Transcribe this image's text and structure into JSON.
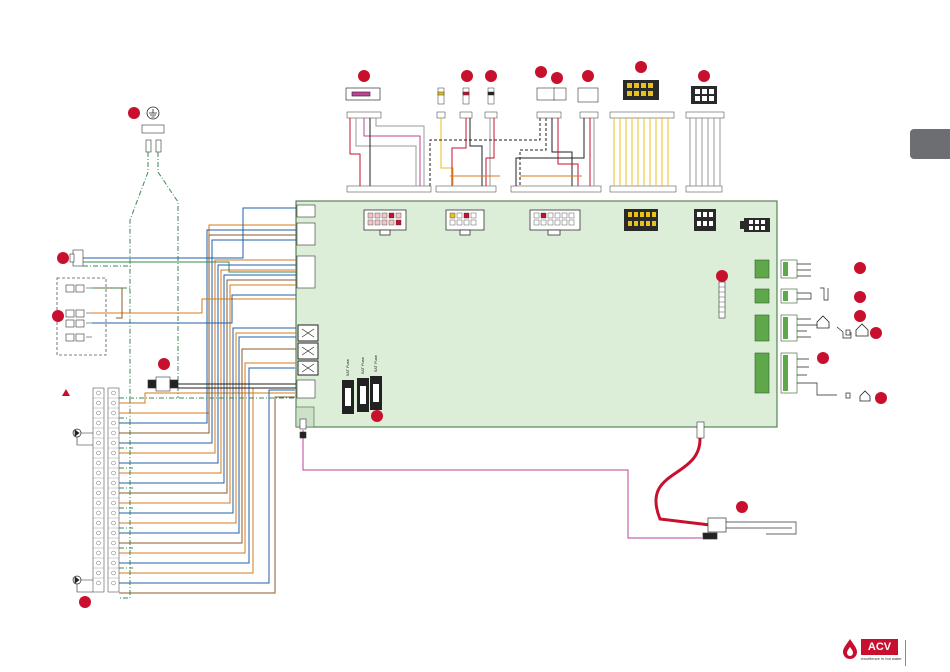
{
  "fuse_label": "5AT Fuse",
  "brand": {
    "name": "ACV",
    "tagline": "excellence in hot water",
    "accent": "#c8102e"
  },
  "colors": {
    "board": "#dcedd8",
    "board_edge": "#3a6b3a",
    "marker": "#c8102e",
    "wire_blue": "#1f5fa8",
    "wire_orange": "#d47a1e",
    "wire_green": "#3a8a55",
    "wire_brown": "#8a5a2b",
    "wire_red": "#c8102e",
    "wire_pink": "#c2409a",
    "wire_yellow": "#e8c21a",
    "wire_grey": "#9a9a9a",
    "terminal_green": "#5fa84a"
  },
  "icons": [
    "earth-icon",
    "pump-icon",
    "house-icon",
    "warning-icon",
    "acv-drop-icon"
  ]
}
